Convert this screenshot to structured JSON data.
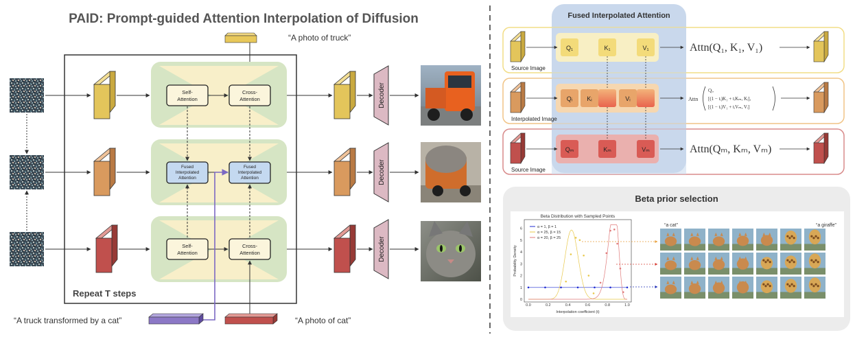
{
  "left": {
    "title": "PAID: Prompt-guided Attention Interpolation of Diffusion",
    "prompt_top": "“A photo of truck”",
    "prompt_bottom_left": "“A truck transformed by a cat”",
    "prompt_bottom_right": "“A photo of cat”",
    "repeat_label": "Repeat T steps",
    "decoder_label": "Decoder",
    "row1": {
      "left_block": [
        "Self-",
        "Attention"
      ],
      "right_block": [
        "Cross-",
        "Attention"
      ]
    },
    "row2": {
      "left_block": [
        "Fused",
        "Interpolated",
        "Attention"
      ],
      "right_block": [
        "Fused",
        "Interpolated",
        "Attention"
      ]
    },
    "row3": {
      "left_block": [
        "Self-",
        "Attention"
      ],
      "right_block": [
        "Cross-",
        "Attention"
      ]
    },
    "images": [
      "truck-photo",
      "truck-cat-photo",
      "cat-photo"
    ]
  },
  "right": {
    "fused_title": "Fused Interpolated Attention",
    "rows": [
      {
        "caption": "Source Image",
        "q": "Q₁",
        "k": "K₁",
        "v": "V₁",
        "formula": "Attn(Q₁, K₁, V₁)"
      },
      {
        "caption": "Interpolated Image",
        "q": "Qᵢ",
        "k": "Kᵢ",
        "v": "Vᵢ",
        "formula_head": "Attn",
        "formula_lines": [
          "Qᵢ,",
          "[(1 − tᵢ)K₁ + tᵢKₘ, Kᵢ],",
          "[(1 − tᵢ)V₁ + tᵢVₘ, Vᵢ]"
        ]
      },
      {
        "caption": "Source Image",
        "q": "Qₘ",
        "k": "Kₘ",
        "v": "Vₘ",
        "formula": "Attn(Qₘ, Kₘ, Vₘ)"
      }
    ],
    "beta": {
      "title": "Beta prior selection",
      "grid_left_label": "“a cat”",
      "grid_right_label": "“a giraffe”"
    }
  },
  "chart_data": {
    "type": "line",
    "title": "Beta Distribution with Sampled Points",
    "xlabel": "Interpolation coefficient (t)",
    "ylabel": "Probability Density",
    "xlim": [
      0.0,
      1.0
    ],
    "ylim": [
      0,
      6.5
    ],
    "x_ticks": [
      "0.0",
      "0.2",
      "0.4",
      "0.6",
      "0.8",
      "1.0"
    ],
    "y_ticks": [
      "0",
      "1",
      "2",
      "3",
      "4",
      "5",
      "6"
    ],
    "legend_position": "top-left",
    "series": [
      {
        "name": "α = 1, β = 1",
        "color": "#1f2bd1",
        "samples_x": [
          0.0,
          0.17,
          0.33,
          0.5,
          0.67,
          0.83,
          1.0
        ],
        "samples_y": [
          1,
          1,
          1,
          1,
          1,
          1,
          1
        ]
      },
      {
        "name": "α = 25, β = 15",
        "color": "#e8c84a",
        "samples_x": [
          0.38,
          0.43,
          0.48,
          0.52,
          0.56,
          0.61,
          0.66
        ],
        "samples_y": [
          1.5,
          3.8,
          5.2,
          5.0,
          3.7,
          2.0,
          0.5
        ]
      },
      {
        "name": "α = 20, β = 25",
        "color": "#e07a7a",
        "samples_x": [
          0.73,
          0.79,
          0.83,
          0.87,
          0.9,
          0.93,
          0.96
        ],
        "samples_y": [
          1.4,
          3.9,
          5.8,
          5.9,
          4.7,
          2.6,
          0.6
        ]
      }
    ]
  },
  "colors": {
    "yellow": "#e3c55b",
    "orange": "#d99a5e",
    "red": "#c0504d",
    "purple": "#8c78c6",
    "green_bg": "#d7e6c6",
    "fused_bg": "#c9d8ec"
  }
}
